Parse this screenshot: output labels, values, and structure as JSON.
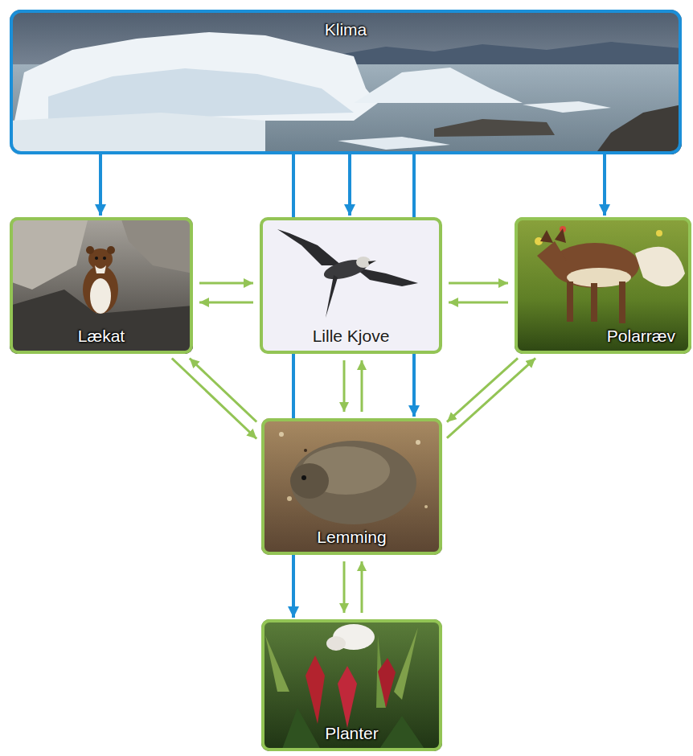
{
  "diagram": {
    "nodes": [
      {
        "text": [
          "Klima"
        ]
      },
      {
        "text": [
          "Lækat"
        ]
      },
      {
        "text": [
          "Lille Kjove"
        ]
      },
      {
        "text": [
          "Polarræv"
        ]
      },
      {
        "text": [
          "Lemming"
        ]
      },
      {
        "text": [
          "Planter"
        ]
      }
    ],
    "edges": [
      {
        "from": 0,
        "to": 1,
        "arrow": "to"
      },
      {
        "from": 0,
        "to": 2,
        "arrow": "to"
      },
      {
        "from": 0,
        "to": 3,
        "arrow": "to"
      },
      {
        "from": 0,
        "to": 4,
        "arrow": "to"
      },
      {
        "from": 0,
        "to": 5,
        "arrow": "to"
      },
      {
        "from": 1,
        "to": 2,
        "arrow": "to"
      },
      {
        "from": 2,
        "to": 1,
        "arrow": "to"
      },
      {
        "from": 2,
        "to": 3,
        "arrow": "to"
      },
      {
        "from": 3,
        "to": 2,
        "arrow": "to"
      },
      {
        "from": 1,
        "to": 4,
        "arrow": "to"
      },
      {
        "from": 4,
        "to": 1,
        "arrow": "to"
      },
      {
        "from": 2,
        "to": 4,
        "arrow": "to"
      },
      {
        "from": 4,
        "to": 2,
        "arrow": "to"
      },
      {
        "from": 3,
        "to": 4,
        "arrow": "to"
      },
      {
        "from": 4,
        "to": 3,
        "arrow": "to"
      },
      {
        "from": 4,
        "to": 5,
        "arrow": "to"
      },
      {
        "from": 5,
        "to": 4,
        "arrow": "to"
      }
    ]
  }
}
